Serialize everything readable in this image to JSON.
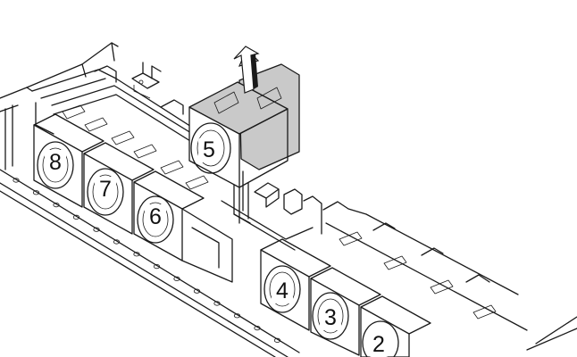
{
  "diagram": {
    "fans": [
      {
        "label": "5",
        "highlighted": true
      },
      {
        "label": "8",
        "highlighted": false
      },
      {
        "label": "7",
        "highlighted": false
      },
      {
        "label": "6",
        "highlighted": false
      },
      {
        "label": "4",
        "highlighted": false
      },
      {
        "label": "3",
        "highlighted": false
      },
      {
        "label": "2",
        "highlighted": false
      }
    ],
    "arrow": {
      "icon": "up-arrow-icon"
    },
    "colors": {
      "line": "#1a1a1a",
      "highlight_fill": "#c9c9c9",
      "background": "#ffffff"
    }
  }
}
